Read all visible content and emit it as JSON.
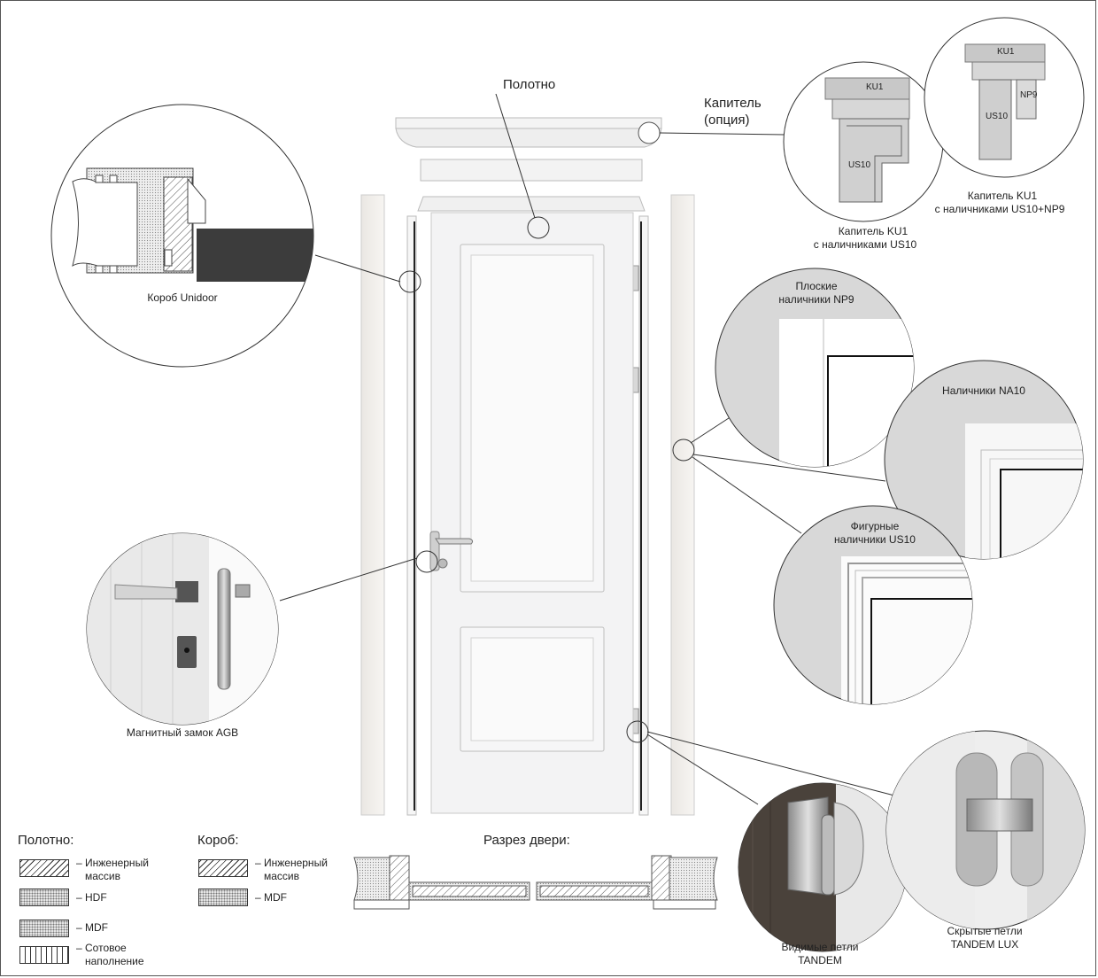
{
  "top": {
    "polotno": "Полотно",
    "kapitel": "Капитель",
    "kapitel_option": "(опция)"
  },
  "details": {
    "korob": "Короб Unidoor",
    "lock": "Магнитный замок AGB",
    "ku1_us10": {
      "code_top": "KU1",
      "code_side": "US10",
      "line1": "Капитель KU1",
      "line2": "с наличниками US10"
    },
    "ku1_us10_np9": {
      "code_top": "KU1",
      "code_side": "US10",
      "code_np": "NP9",
      "line1": "Капитель KU1",
      "line2": "с наличниками US10+NP9"
    },
    "np9": {
      "line1": "Плоские",
      "line2": "наличники NP9"
    },
    "na10": "Наличники NA10",
    "us10": {
      "line1": "Фигурные",
      "line2": "наличники US10"
    },
    "tandem": {
      "line1": "Видимые петли",
      "line2": "TANDEM"
    },
    "tandem_lux": {
      "line1": "Скрытые петли",
      "line2": "TANDEM LUX"
    }
  },
  "section_title": "Разрез двери:",
  "legend": {
    "leaf_title": "Полотно:",
    "leaf_items": [
      {
        "label1": "– Инженерный",
        "label2": "массив"
      },
      {
        "label1": "– HDF",
        "label2": ""
      },
      {
        "label1": "– MDF",
        "label2": ""
      },
      {
        "label1": "– Сотовое",
        "label2": "наполнение"
      }
    ],
    "box_title": "Короб:",
    "box_items": [
      {
        "label1": "– Инженерный",
        "label2": "массив"
      },
      {
        "label1": "– MDF",
        "label2": ""
      }
    ]
  },
  "colors": {
    "door": "#f2f2f2",
    "stroke": "#444444",
    "circle": "#333333",
    "dark_panel": "#3a3a3a"
  }
}
